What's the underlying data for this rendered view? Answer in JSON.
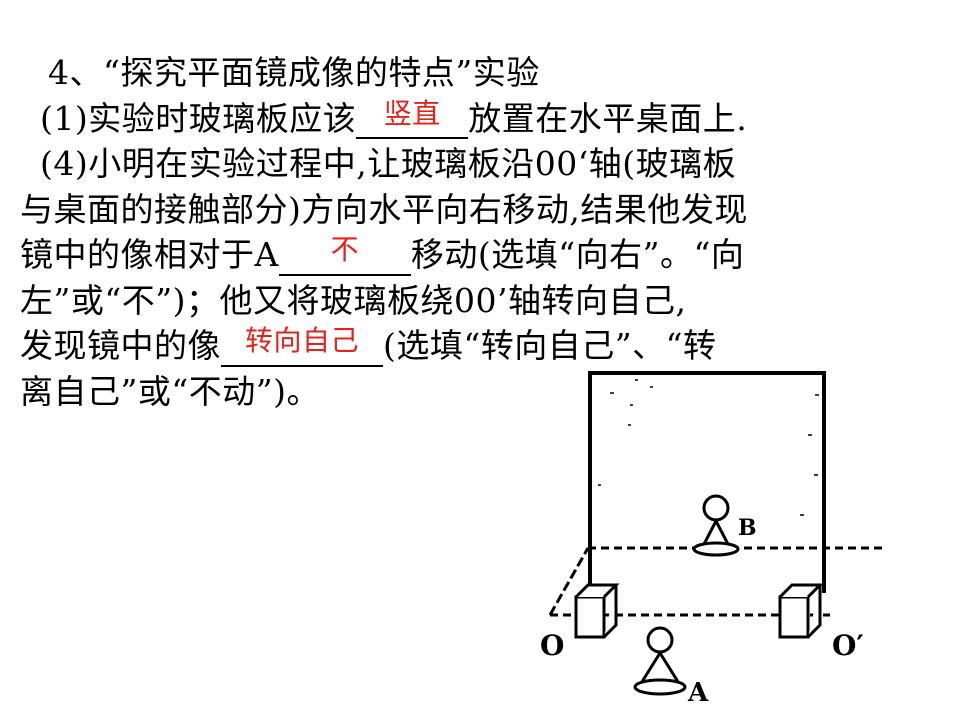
{
  "question": {
    "heading": "4、“探究平面镜成像的特点”实验",
    "part1": {
      "before": "(1)实验时玻璃板应该",
      "answer": "竖直",
      "after": "放置在水平桌面上."
    },
    "part4": {
      "line1": "(4)小明在实验过程中,让玻璃板沿00‘轴(玻璃板",
      "line2": "与桌面的接触部分)方向水平向右移动,结果他发现",
      "line3_before": "镜中的像相对于A",
      "answer1": "不",
      "line3_after": "移动(选填“向右”。“向",
      "line4": "左”或“不”)；他又将玻璃板绕00’轴转向自己,",
      "line5_before": "发现镜中的像",
      "answer2": "转向自己",
      "line5_after": "(选填“转向自己”、“转",
      "line6": "离自己”或“不动”)。"
    }
  },
  "figure": {
    "label_a": "A",
    "label_b": "B",
    "label_o": "O",
    "label_o_prime": "O′"
  },
  "colors": {
    "answer": "#e3231b",
    "text": "#000000",
    "background": "#ffffff"
  }
}
